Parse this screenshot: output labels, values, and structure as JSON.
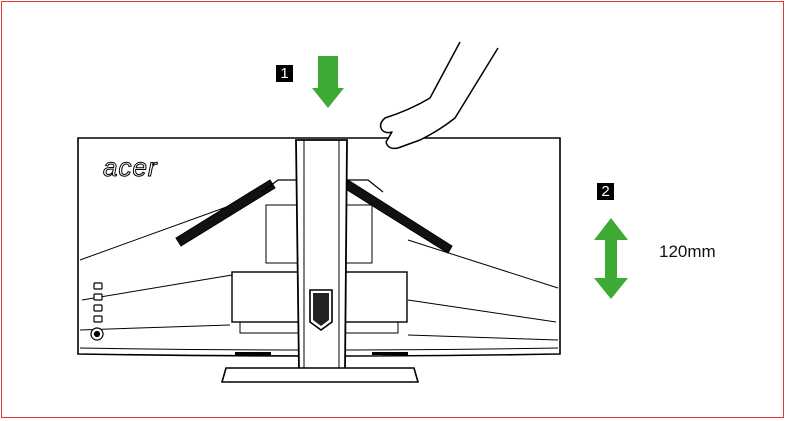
{
  "steps": {
    "step1": "1",
    "step2": "2"
  },
  "height_adjustment_label": "120mm",
  "brand": "acer",
  "colors": {
    "frame_border": "#e53935",
    "arrow_green": "#3daa35",
    "badge_bg": "#000000"
  }
}
